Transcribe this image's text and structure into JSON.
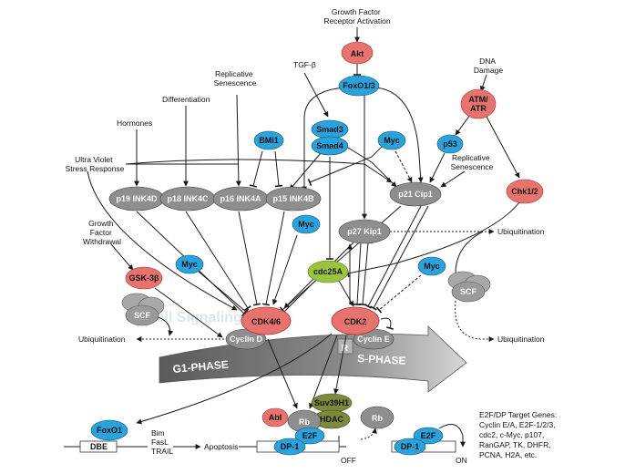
{
  "labels": {
    "growth_factor": [
      "Growth Factor",
      "Receptor Activation"
    ],
    "tgf_beta": "TGF-β",
    "replicative_senescence_left": [
      "Replicative",
      "Senescence"
    ],
    "dna_damage": [
      "DNA",
      "Damage"
    ],
    "differentiation": "Differentiation",
    "hormones": "Hormones",
    "uv_stress": [
      "Ultra Violet",
      "Stress Response"
    ],
    "replicative_senescence_right": [
      "Replicative",
      "Senescence"
    ],
    "gf_withdrawal": [
      "Growth",
      "Factor",
      "Withdrawal"
    ],
    "ubiquitination_right_top": "Ubiquitination",
    "ubiquitination_left": "Ubiquitination",
    "ubiquitination_right_bottom": "Ubiquitination",
    "bim_fasl_trail": [
      "Bim",
      "FasL",
      "TRAIL"
    ],
    "apoptosis": "Apoptosis",
    "off": "OFF",
    "on": "ON",
    "e2f_targets": [
      "E2F/DP Target Genes:",
      "Cyclin E/A, E2F-1/2/3,",
      "cdc2, c-Myc, p107,",
      "RanGAP, TK, DHFR,",
      "PCNA, H2A, etc."
    ],
    "watermark": "Cell Signaling"
  },
  "nodes": {
    "akt": "Akt",
    "foxo13": "FoxO1/3",
    "atm_atr": [
      "ATM/",
      "ATR"
    ],
    "bmi1": "BMI1",
    "smad3": "Smad3",
    "smad4": "Smad4",
    "myc_top": "Myc",
    "p53": "p53",
    "p19": "p19 INK4D",
    "p18": "p18 INK4C",
    "p16": "p16 INK4A",
    "p15": "p15 INK4B",
    "p21": "p21 Cip1",
    "chk12": "Chk1/2",
    "myc_mid": "Myc",
    "p27": "p27 Kip1",
    "gsk3b": "GSK-3β",
    "myc_left": "Myc",
    "cdc25a": "cdc25A",
    "myc_right": "Myc",
    "scf_left": "SCF",
    "scf_right": "SCF",
    "cdk46": "CDK4/6",
    "cyclin_d": "Cyclin D",
    "cdk2": "CDK2",
    "cyclin_e": "Cyclin E",
    "foxo1": "FoxO1",
    "dbe": "DBE",
    "abl": "Abl",
    "rb_bound": "Rb",
    "suv39h1": "Suv39H1",
    "hdac": "HDAC",
    "e2f_bound": "E2F",
    "dp1_bound": "DP-1",
    "rb_free": "Rb",
    "e2f_free": "E2F",
    "dp1_free": "DP-1"
  },
  "phases": {
    "g1": "G1-PHASE",
    "r": "R",
    "s": "S-PHASE"
  },
  "colors": {
    "pink": "#e8736e",
    "blue": "#29a3dd",
    "gray": "#8e8e8e",
    "green": "#9bc43a",
    "olive": "#7d8a3a",
    "light_gray": "#c8c8c8"
  }
}
